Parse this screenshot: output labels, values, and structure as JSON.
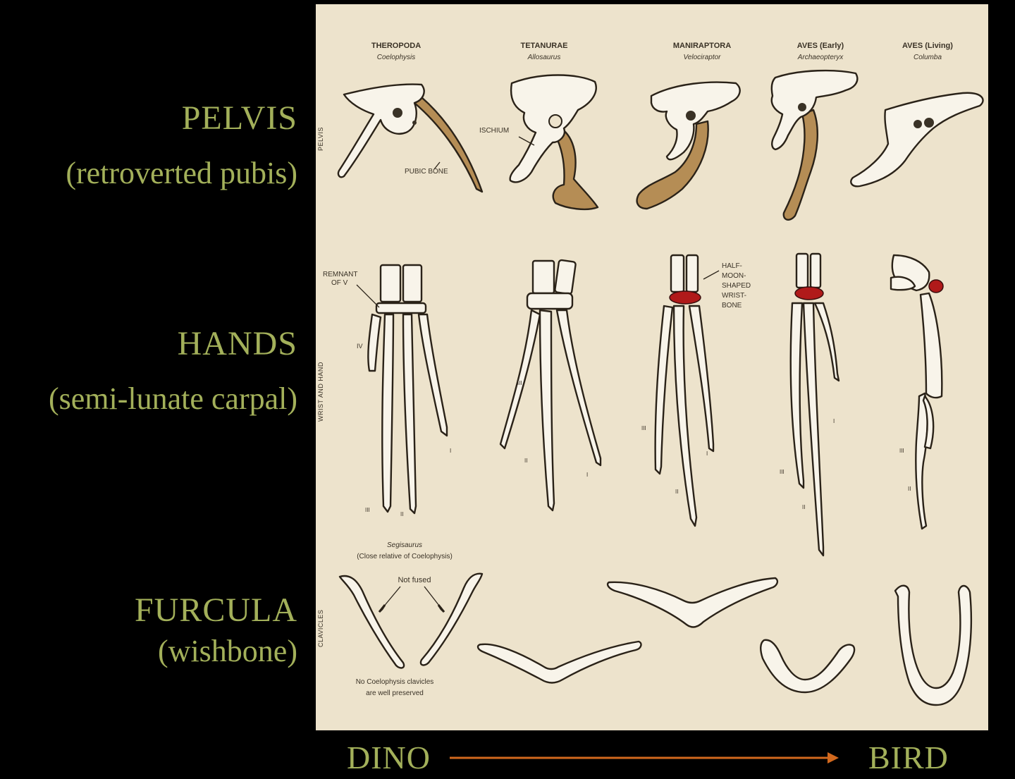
{
  "side_labels": {
    "pelvis": {
      "title": "PELVIS",
      "subtitle": "(retroverted pubis)"
    },
    "hands": {
      "title": "HANDS",
      "subtitle": "(semi-lunate carpal)"
    },
    "furcula": {
      "title": "FURCULA",
      "subtitle": "(wishbone)"
    }
  },
  "bottom": {
    "left": "DINO",
    "right": "BIRD",
    "arrow_color": "#d2691e"
  },
  "columns": [
    {
      "group": "THEROPODA",
      "genus": "Coelophysis"
    },
    {
      "group": "TETANURAE",
      "genus": "Allosaurus"
    },
    {
      "group": "MANIRAPTORA",
      "genus": "Velociraptor"
    },
    {
      "group": "AVES (Early)",
      "genus": "Archaeopteryx"
    },
    {
      "group": "AVES (Living)",
      "genus": "Columba"
    }
  ],
  "row_labels": {
    "pelvis": "PELVIS",
    "hands": "WRIST AND HAND",
    "clavicles": "CLAVICLES"
  },
  "annotations": {
    "ischium": "ISCHIUM",
    "pubic_bone": "PUBIC BONE",
    "remnant_v_1": "REMNANT",
    "remnant_v_2": "OF V",
    "digit_iv": "IV",
    "half_moon_1": "HALF-",
    "half_moon_2": "MOON-",
    "half_moon_3": "SHAPED",
    "half_moon_4": "WRIST-",
    "half_moon_5": "BONE",
    "segisaurus": "Segisaurus",
    "segisaurus_note": "(Close relative of Coelophysis)",
    "not_fused": "Not fused",
    "no_clavicles_1": "No Coelophysis clavicles",
    "no_clavicles_2": "are well preserved"
  },
  "digits": {
    "i": "I",
    "ii": "II",
    "iii": "III"
  },
  "colors": {
    "label_green": "#a3b05a",
    "panel": "#ede3cc",
    "pubis_tan": "#b58d55",
    "wrist_red": "#b01a1a"
  }
}
